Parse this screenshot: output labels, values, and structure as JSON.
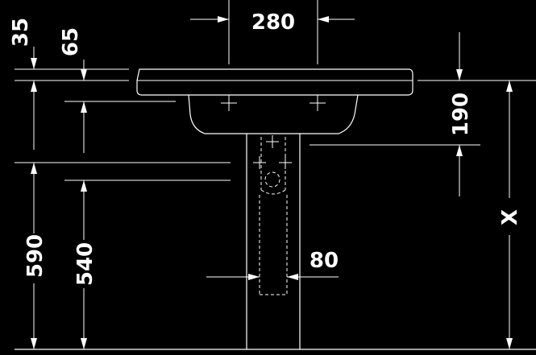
{
  "dimensions": {
    "width_top": "280",
    "top_offset": "35",
    "rim_offset": "65",
    "bowl_depth": "190",
    "variable_height": "X",
    "pipe_spacing": "80",
    "rim_height": "590",
    "bowl_height": "540"
  }
}
